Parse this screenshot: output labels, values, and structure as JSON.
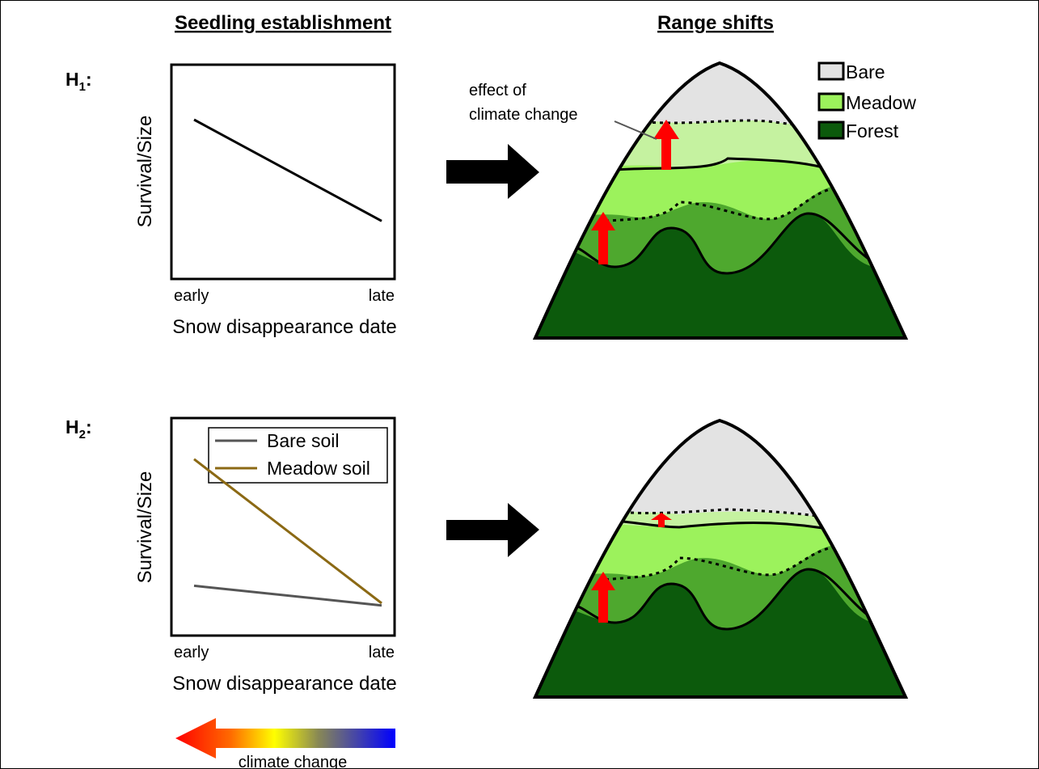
{
  "headers": {
    "left": "Seedling establishment",
    "right": "Range shifts"
  },
  "hypotheses": [
    {
      "label_main": "H",
      "label_sub": "1",
      "label_suffix": ":",
      "chart_data": {
        "type": "line",
        "xlabel": "Snow disappearance date",
        "ylabel": "Survival/Size",
        "x_ticks": [
          "early",
          "late"
        ],
        "series": [
          {
            "values": [
              1.0,
              0.3
            ],
            "color": "#000000"
          }
        ]
      },
      "mountain": {
        "annotation_line1": "effect of",
        "annotation_line2": "climate change"
      }
    },
    {
      "label_main": "H",
      "label_sub": "2",
      "label_suffix": ":",
      "chart_data": {
        "type": "line",
        "xlabel": "Snow disappearance date",
        "ylabel": "Survival/Size",
        "x_ticks": [
          "early",
          "late"
        ],
        "legend": "top-right",
        "series": [
          {
            "name": "Bare soil",
            "values": [
              0.28,
              0.19
            ],
            "color": "#555555"
          },
          {
            "name": "Meadow soil",
            "values": [
              0.86,
              0.2
            ],
            "color": "#8B6914"
          }
        ]
      }
    }
  ],
  "zone_legend": [
    {
      "label": "Bare",
      "color": "#e3e3e3"
    },
    {
      "label": "Meadow",
      "color": "#9cf25c"
    },
    {
      "label": "Forest",
      "color": "#0c5a0c"
    }
  ],
  "zone_colors": {
    "bare": "#e3e3e3",
    "meadow_light": "#c5f2a0",
    "meadow": "#9cf25c",
    "meadow_dark": "#4ea82e",
    "forest": "#0c5a0c",
    "arrow": "#ff0000"
  },
  "climate_bar": {
    "label": "climate change"
  }
}
